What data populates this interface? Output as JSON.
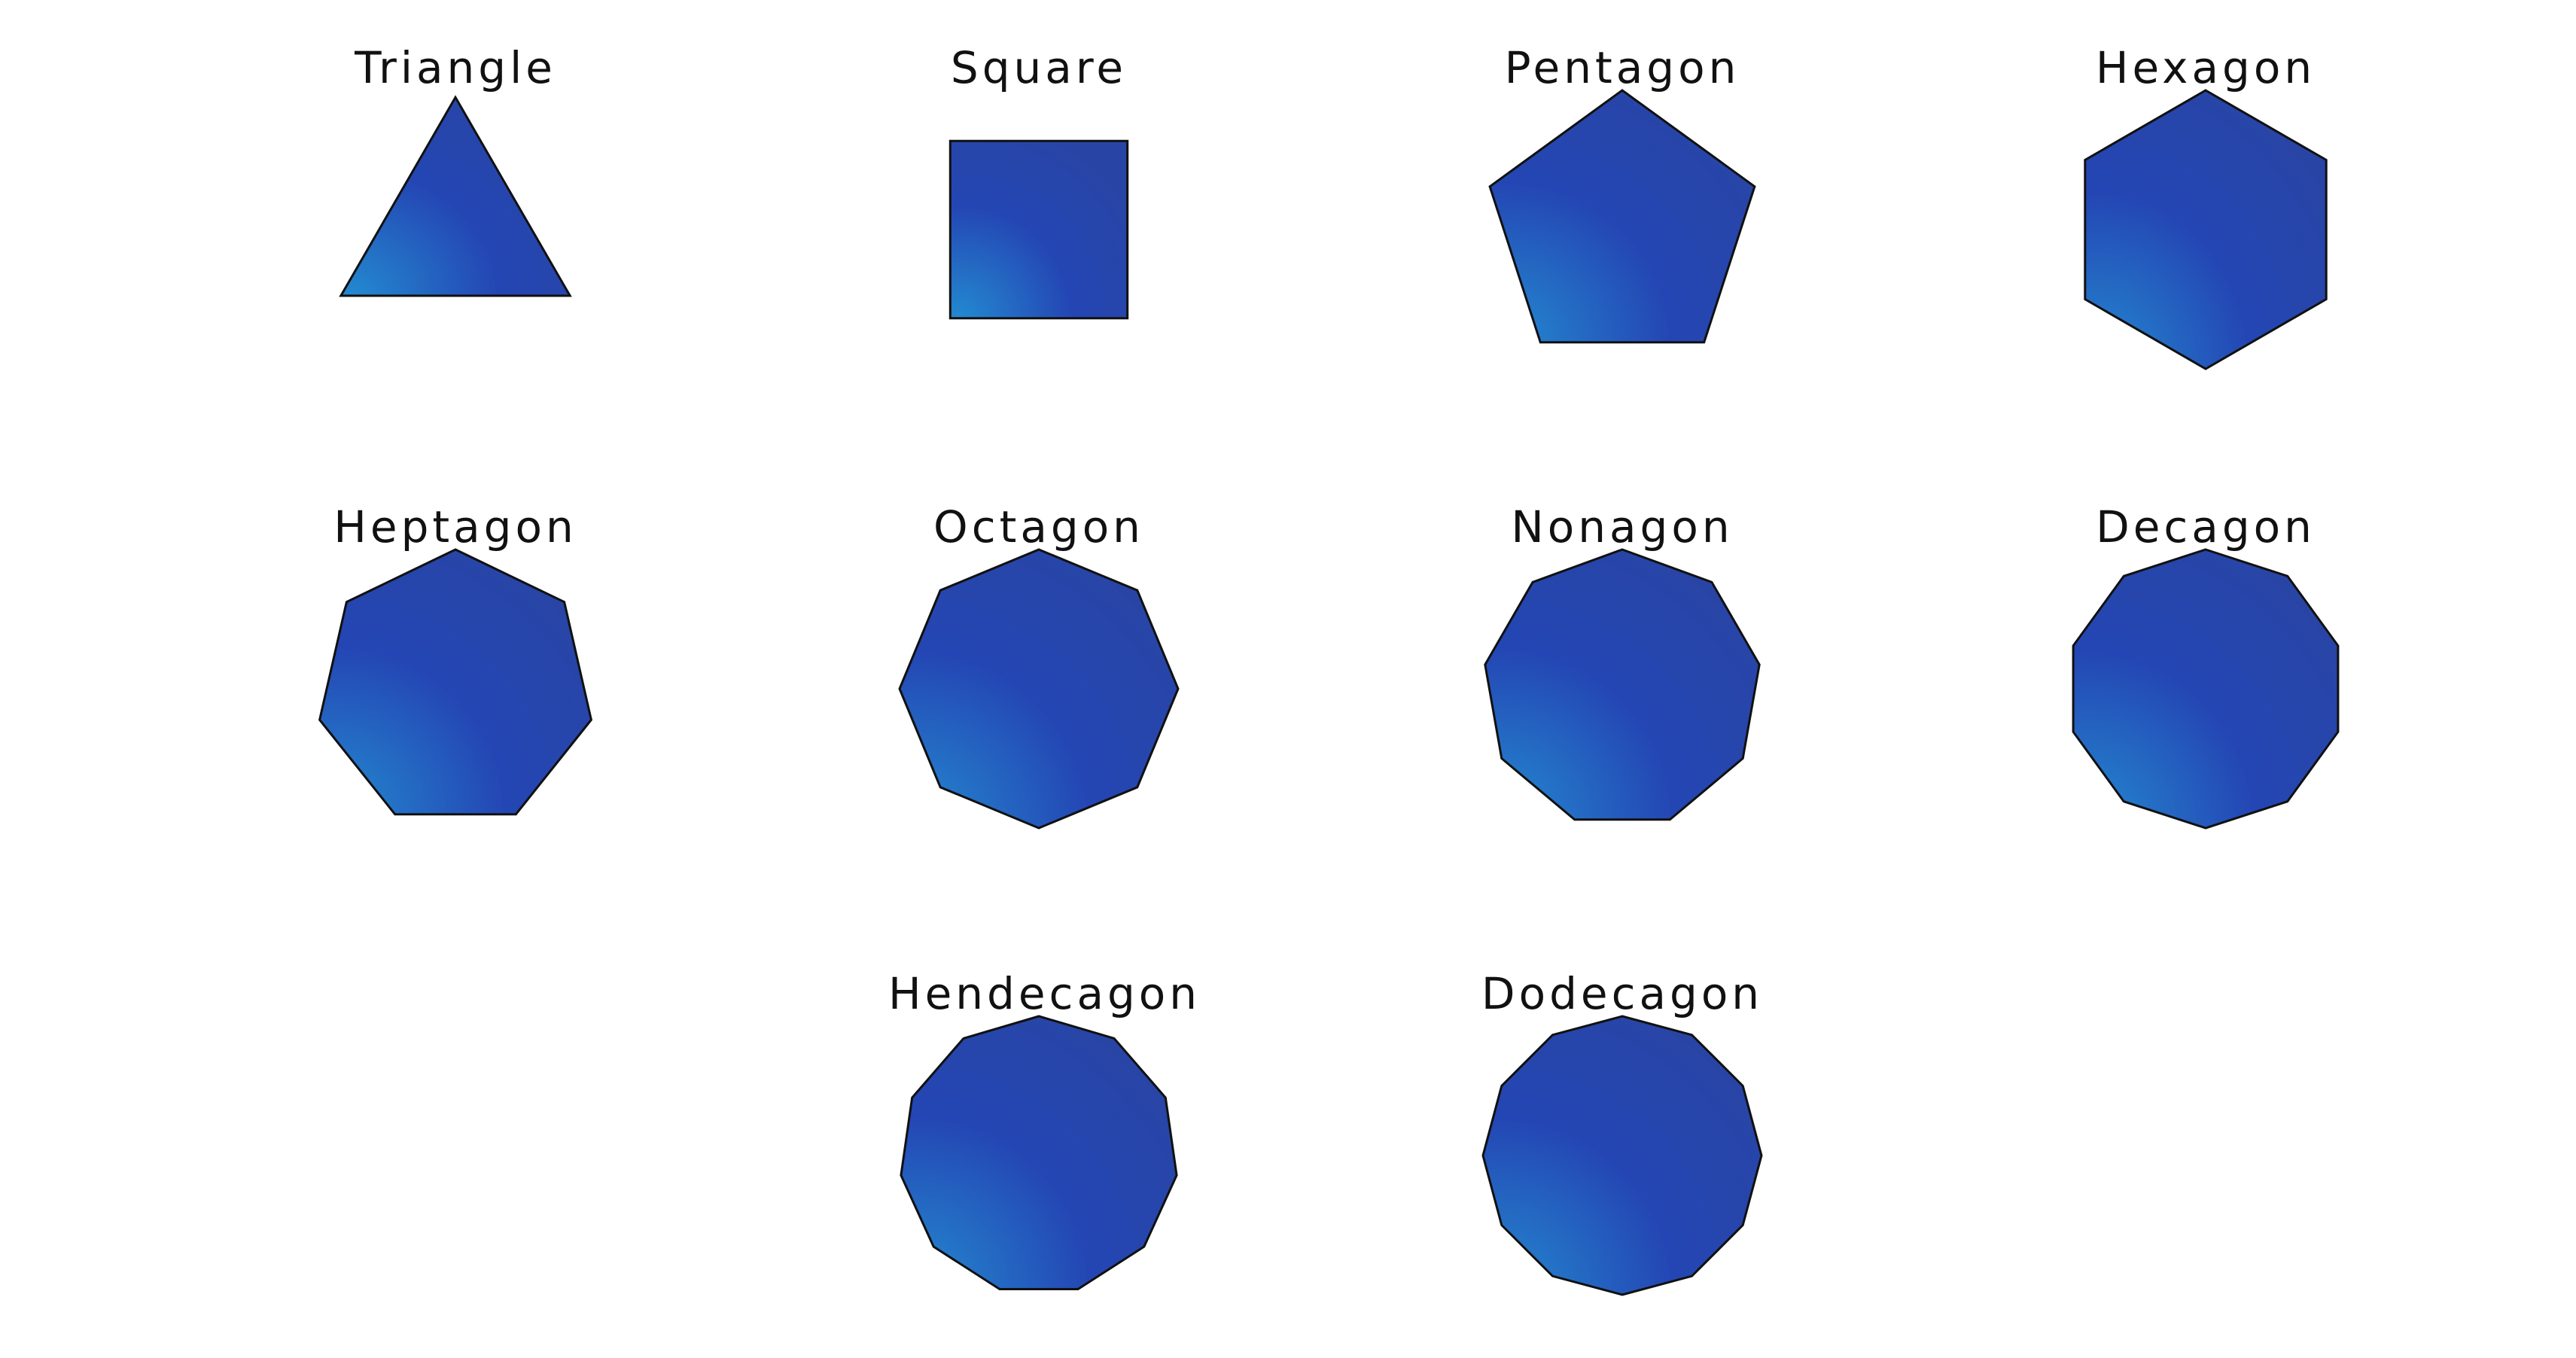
{
  "shapes": [
    {
      "name": "Triangle",
      "sides": 3
    },
    {
      "name": "Square",
      "sides": 4
    },
    {
      "name": "Pentagon",
      "sides": 5
    },
    {
      "name": "Hexagon",
      "sides": 6
    },
    {
      "name": "Heptagon",
      "sides": 7
    },
    {
      "name": "Octagon",
      "sides": 8
    },
    {
      "name": "Nonagon",
      "sides": 9
    },
    {
      "name": "Decagon",
      "sides": 10
    },
    {
      "name": "Hendecagon",
      "sides": 11
    },
    {
      "name": "Dodecagon",
      "sides": 12
    }
  ],
  "colors": {
    "fill_light": "#2389d0",
    "fill_dark": "#2446b4",
    "stroke": "#111111",
    "background": "#ffffff",
    "text": "#111111"
  }
}
